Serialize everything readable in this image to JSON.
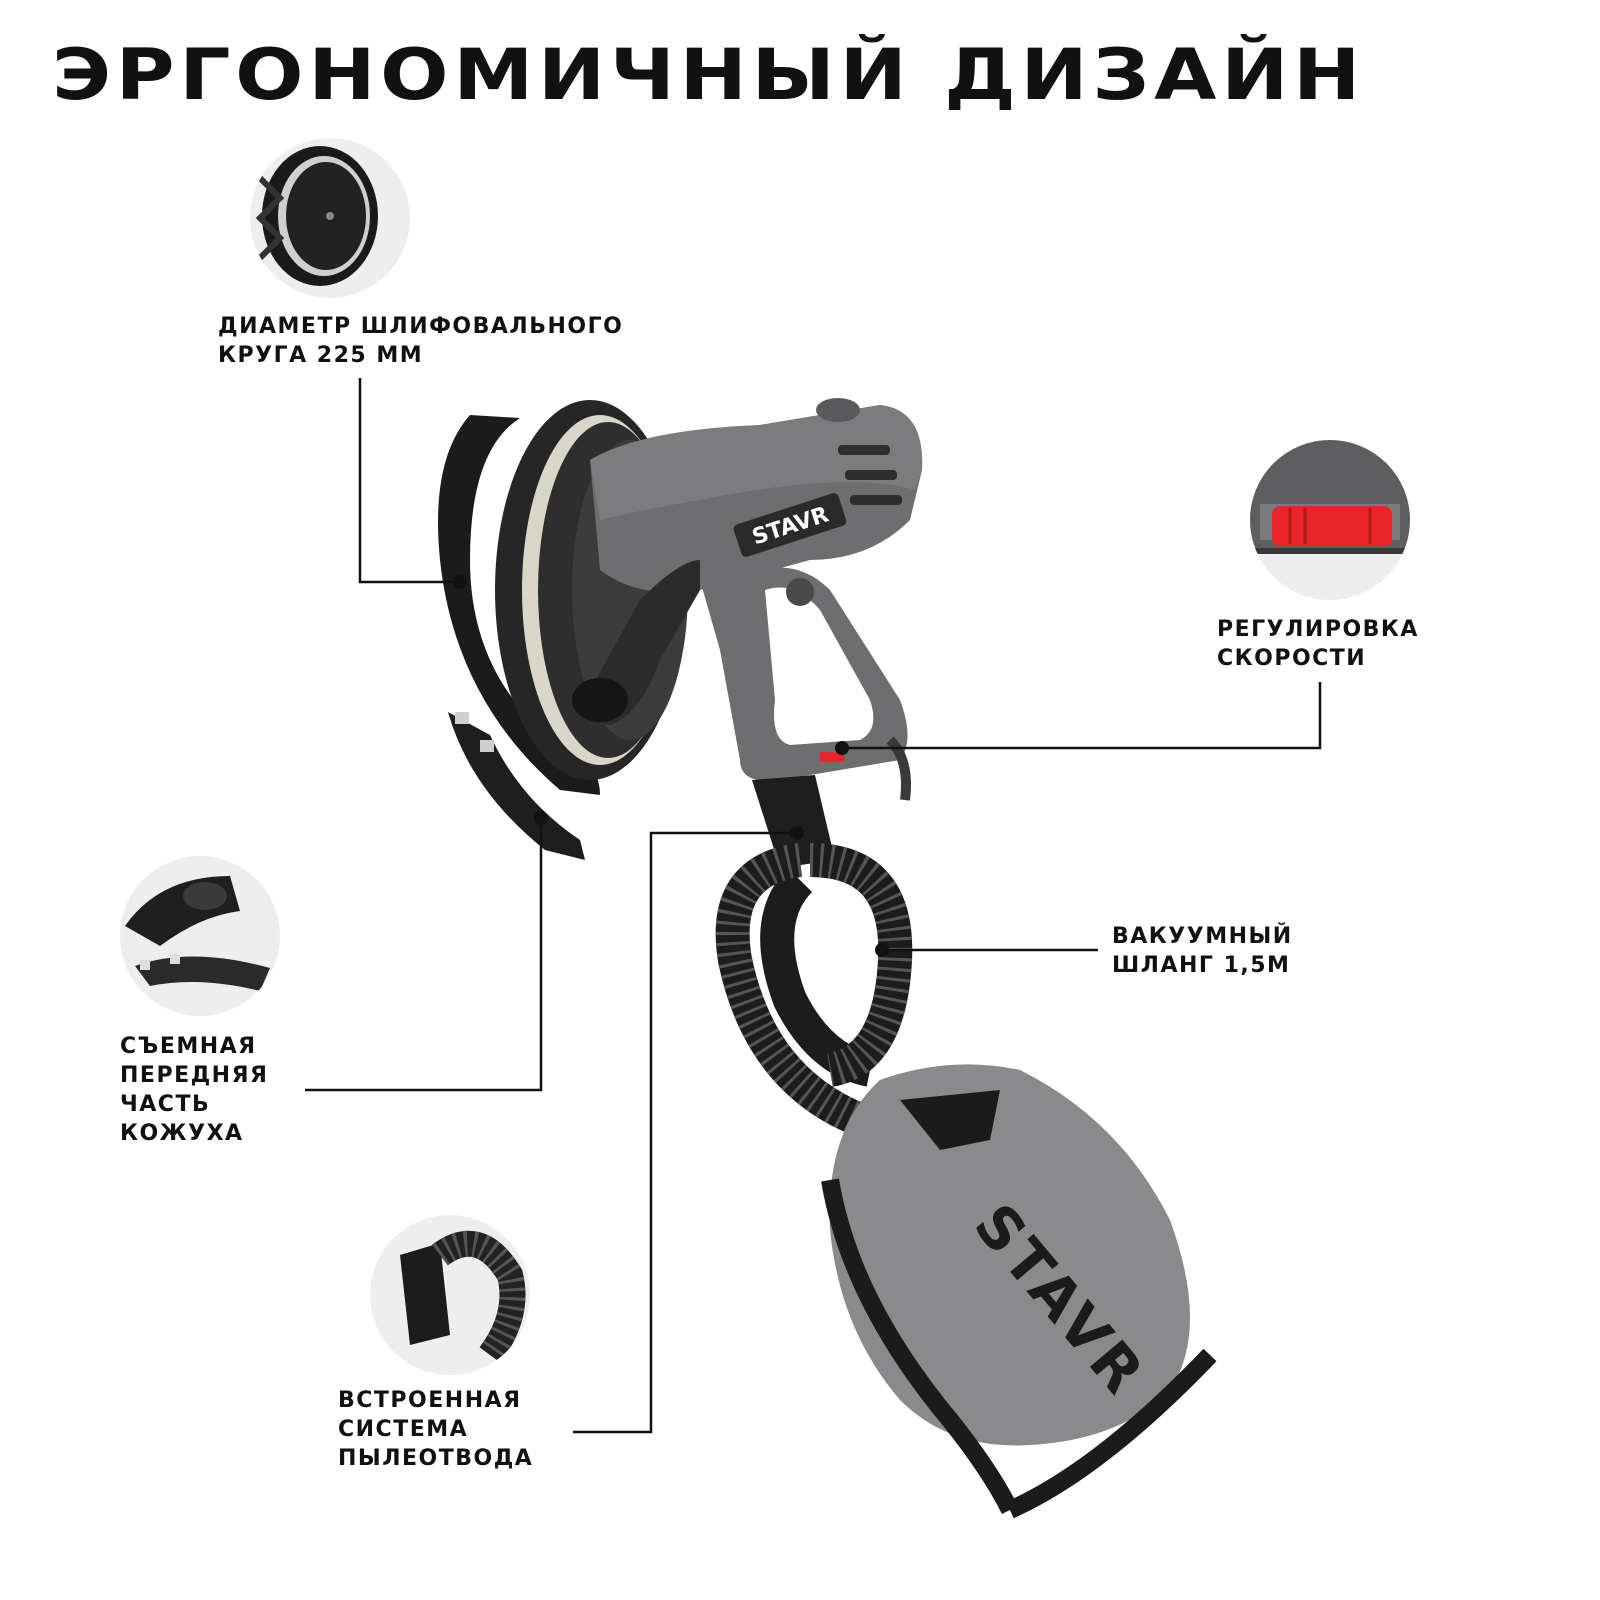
{
  "page": {
    "title": "ЭРГОНОМИЧНЫЙ ДИЗАЙН"
  },
  "brand": {
    "logo_text": "STAVR"
  },
  "callouts": [
    {
      "id": "disc",
      "lines": [
        "ДИАМЕТР ШЛИФОВАЛЬНОГО",
        "КРУГА 225 ММ"
      ]
    },
    {
      "id": "speed",
      "lines": [
        "РЕГУЛИРОВКА",
        "СКОРОСТИ"
      ]
    },
    {
      "id": "hose",
      "lines": [
        "ВАКУУМНЫЙ",
        "ШЛАНГ 1,5М"
      ]
    },
    {
      "id": "cover",
      "lines": [
        "СЪЕМНАЯ",
        "ПЕРЕДНЯЯ",
        "ЧАСТЬ",
        "КОЖУХА"
      ]
    },
    {
      "id": "dust",
      "lines": [
        "ВСТРОЕННАЯ",
        "СИСТЕМА",
        "ПЫЛЕОТВОДА"
      ]
    }
  ],
  "colors": {
    "body_gray": "#6e6e70",
    "dark": "#1b1b1b",
    "accent_red": "#e8262a",
    "bag_gray": "#8a8a8c",
    "thumb_bg": "#eeeeee"
  }
}
